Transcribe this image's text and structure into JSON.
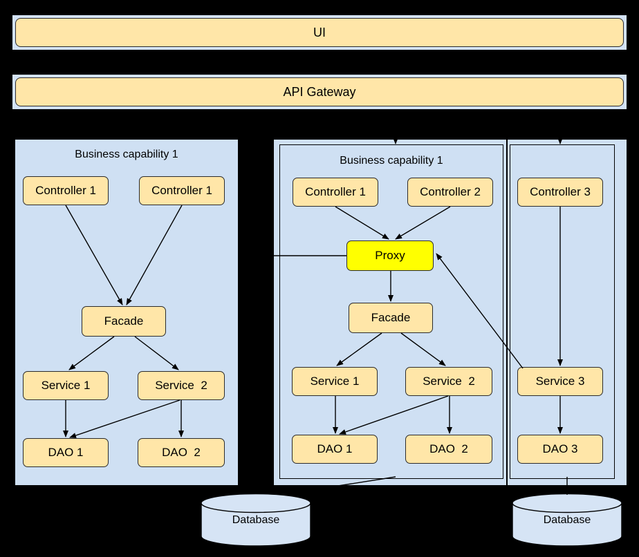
{
  "diagram": {
    "title": "Microservice layered architecture diagram",
    "background_color": "#000000",
    "colors": {
      "panel": "#cfe0f3",
      "node": "#ffe6a8",
      "proxy": "#ffff00",
      "stroke": "#000000",
      "database": "#d6e4f5"
    }
  },
  "top_bars": [
    {
      "id": "ui",
      "label": "UI"
    },
    {
      "id": "api-gateway",
      "label": "API Gateway"
    }
  ],
  "panels": [
    {
      "id": "left",
      "caption": "Business capability 1",
      "nodes": [
        {
          "id": "l-controller-1",
          "label": "Controller 1",
          "kind": "controller"
        },
        {
          "id": "l-controller-1b",
          "label": "Controller 1",
          "kind": "controller"
        },
        {
          "id": "l-facade",
          "label": "Facade",
          "kind": "facade"
        },
        {
          "id": "l-service-1",
          "label": "Service 1",
          "kind": "service"
        },
        {
          "id": "l-service-2",
          "label": "Service  2",
          "kind": "service"
        },
        {
          "id": "l-dao-1",
          "label": "DAO 1",
          "kind": "dao"
        },
        {
          "id": "l-dao-2",
          "label": "DAO  2",
          "kind": "dao"
        }
      ]
    },
    {
      "id": "middle",
      "caption": "Business capability 1",
      "nodes": [
        {
          "id": "m-controller-1",
          "label": "Controller 1",
          "kind": "controller"
        },
        {
          "id": "m-controller-2",
          "label": "Controller 2",
          "kind": "controller"
        },
        {
          "id": "m-proxy",
          "label": "Proxy",
          "kind": "proxy"
        },
        {
          "id": "m-facade",
          "label": "Facade",
          "kind": "facade"
        },
        {
          "id": "m-service-1",
          "label": "Service 1",
          "kind": "service"
        },
        {
          "id": "m-service-2",
          "label": "Service  2",
          "kind": "service"
        },
        {
          "id": "m-dao-1",
          "label": "DAO 1",
          "kind": "dao"
        },
        {
          "id": "m-dao-2",
          "label": "DAO  2",
          "kind": "dao"
        }
      ]
    },
    {
      "id": "right",
      "caption": "",
      "nodes": [
        {
          "id": "r-controller-3",
          "label": "Controller 3",
          "kind": "controller"
        },
        {
          "id": "r-service-3",
          "label": "Service 3",
          "kind": "service"
        },
        {
          "id": "r-dao-3",
          "label": "DAO 3",
          "kind": "dao"
        }
      ]
    }
  ],
  "databases": [
    {
      "id": "db-left",
      "label": "Database"
    },
    {
      "id": "db-right",
      "label": "Database"
    }
  ]
}
